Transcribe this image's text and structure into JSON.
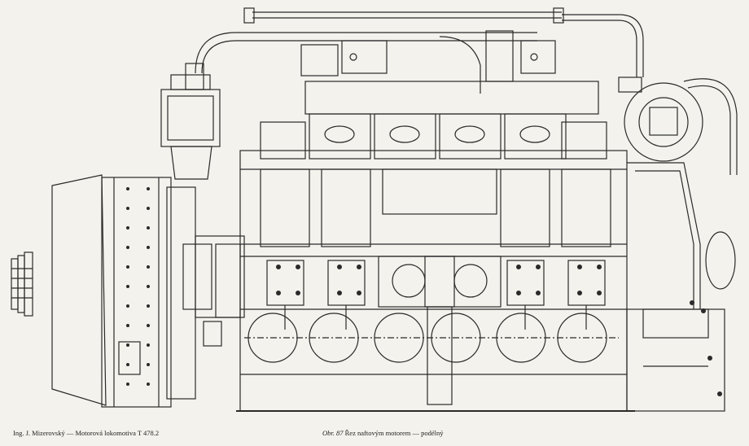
{
  "figure": {
    "type": "engineering-drawing",
    "subject": "longitudinal section of locomotive diesel engine",
    "ink_color": "#2a2a2a",
    "paper_color": "#f4f2ec"
  },
  "footer": {
    "left": "Ing. J. Mizerovský — Motorová lokomotiva T 478.2",
    "figure_label": "Obr. 87",
    "caption": "Řez naftovým motorem — podélný"
  }
}
